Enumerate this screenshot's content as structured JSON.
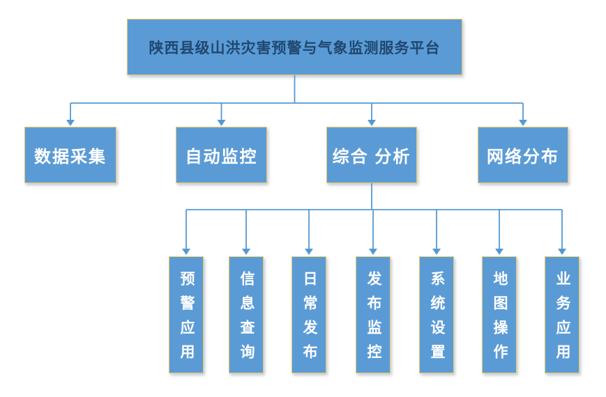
{
  "diagram_type": "org-chart",
  "root_label": "陕西县级山洪灾害预警与气象监测服务平台",
  "level2_labels": [
    "数据采集",
    "自动监控",
    "综合 分析",
    "网络分布"
  ],
  "level3_labels": [
    "预警应用",
    "信息查询",
    "日常发布",
    "发布监控",
    "系统设置",
    "地图操作",
    "业务应用"
  ],
  "hierarchy_note": "level3 nodes branch from 综合 分析",
  "colors": {
    "background": "#FFFFFF",
    "box_fill": "#5B9BD5",
    "box_border": "#E9C96B",
    "connector_line": "#5699D2",
    "root_text": "#1F4770",
    "node_text": "#FFFFFF"
  }
}
